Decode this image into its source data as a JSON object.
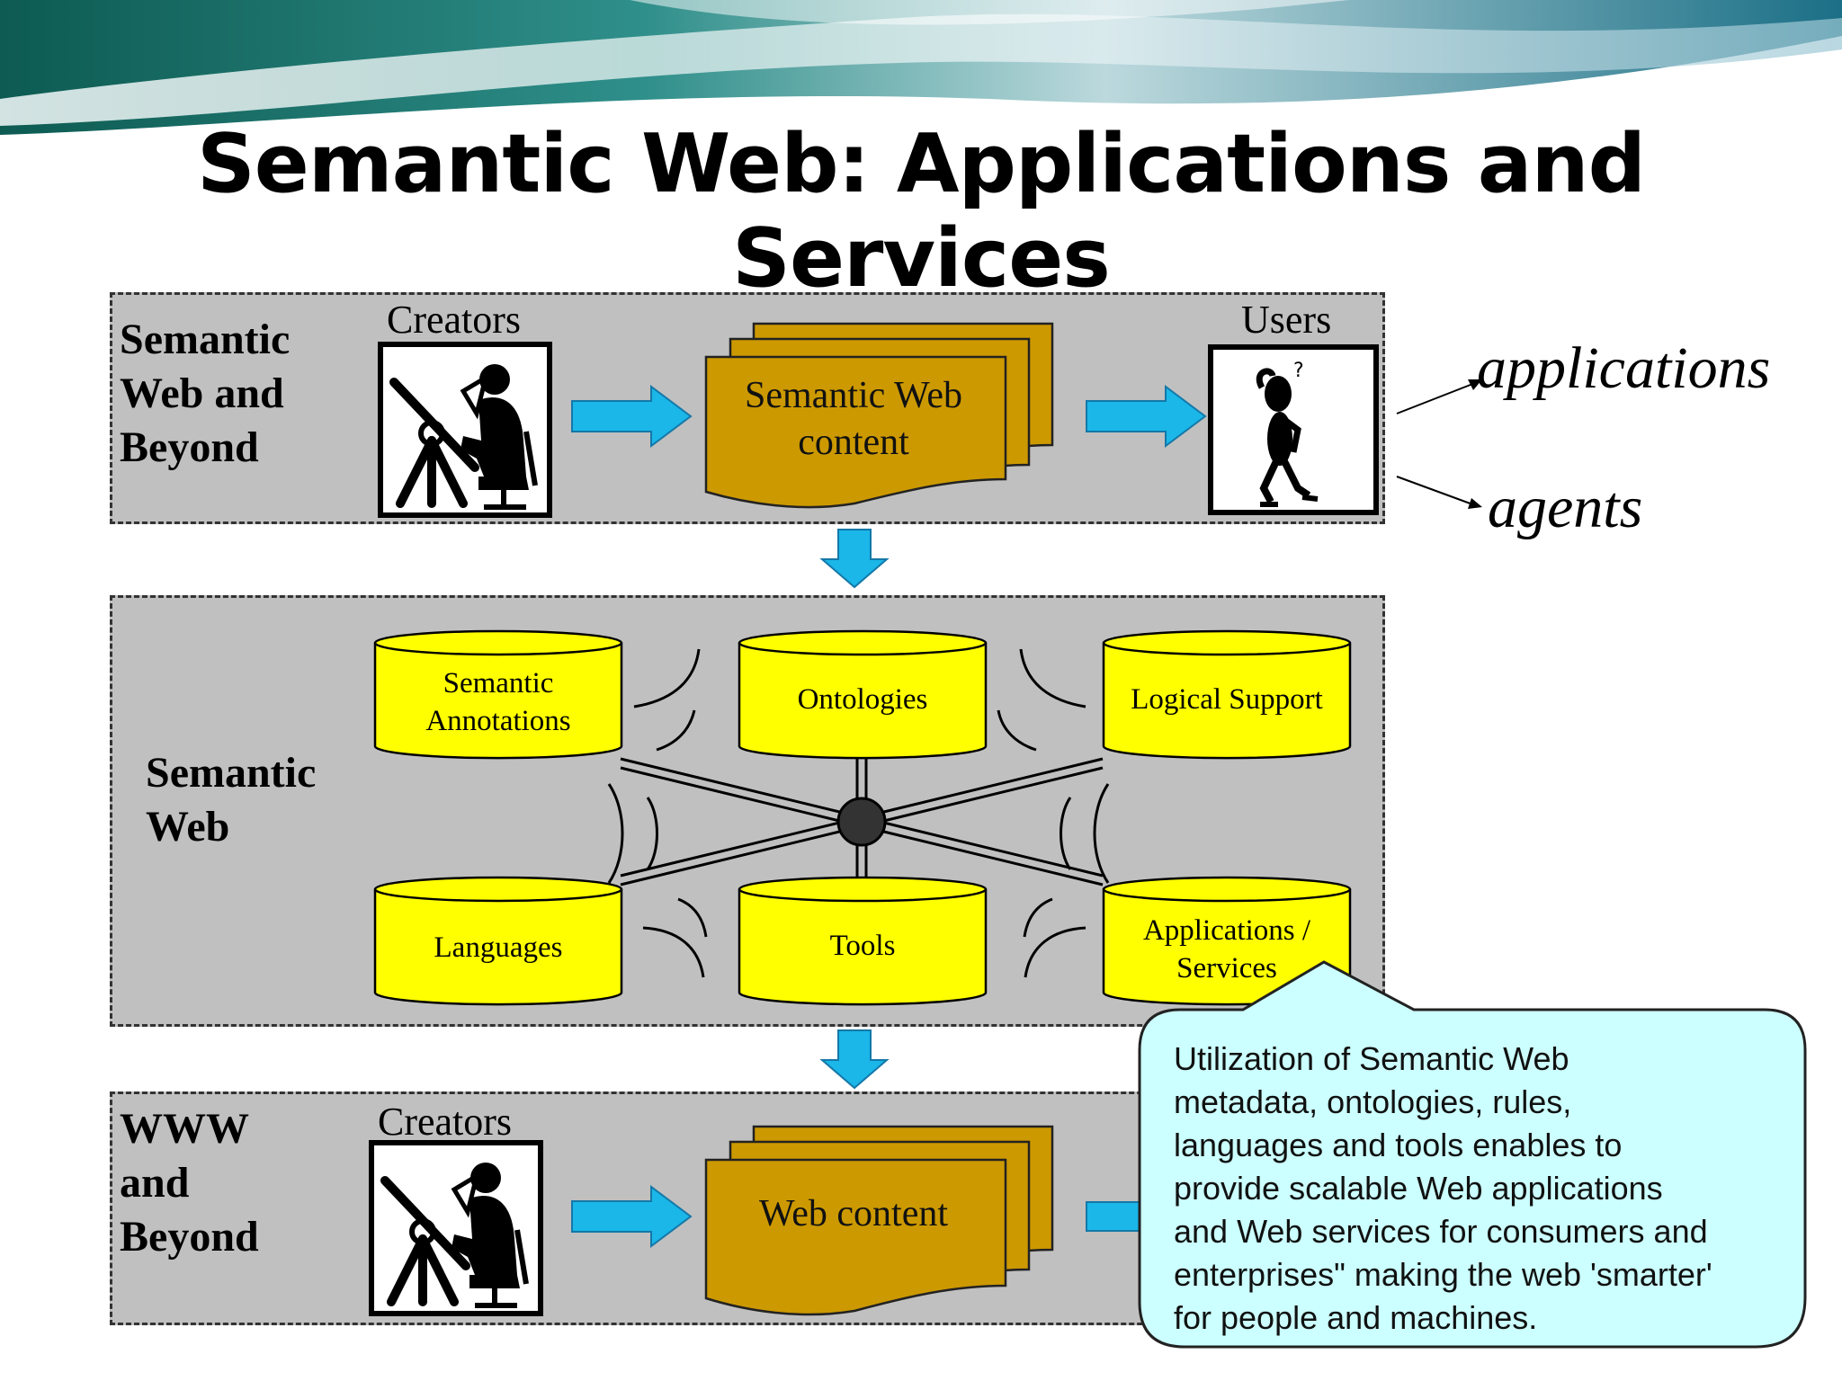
{
  "slide": {
    "title": "Semantic Web: Applications and Services"
  },
  "top_panel": {
    "label_lines": [
      "Semantic",
      "Web and",
      "Beyond"
    ],
    "creators_label": "Creators",
    "users_label": "Users",
    "content_lines": [
      "Semantic Web",
      "content"
    ]
  },
  "middle_panel": {
    "label_lines": [
      "Semantic",
      "Web"
    ],
    "cylinders": [
      {
        "lines": [
          "Semantic",
          "Annotations"
        ]
      },
      {
        "lines": [
          "Ontologies"
        ]
      },
      {
        "lines": [
          "Logical Support"
        ]
      },
      {
        "lines": [
          "Languages"
        ]
      },
      {
        "lines": [
          "Tools"
        ]
      },
      {
        "lines": [
          "Applications /",
          "Services"
        ]
      }
    ]
  },
  "bottom_panel": {
    "label_lines": [
      "WWW",
      "and",
      "Beyond"
    ],
    "creators_label": "Creators",
    "content_lines": [
      "Web content"
    ]
  },
  "outputs": {
    "applications": "applications",
    "agents": "agents"
  },
  "callout": {
    "text": "Utilization of Semantic Web\nmetadata, ontologies, rules,\nlanguages and tools enables to\nprovide scalable Web applications\nand Web services for consumers and\nenterprises\" making the web 'smarter'\nfor people and machines."
  },
  "colors": {
    "panel_bg": "#c0c0c0",
    "doc_fill": "#cc9900",
    "cylinder_fill": "#ffff00",
    "arrow_fill": "#1ab7e8",
    "callout_fill": "#ccffff"
  },
  "icons": {
    "creator": "drafter-at-desk-icon",
    "user": "confused-person-icon"
  }
}
